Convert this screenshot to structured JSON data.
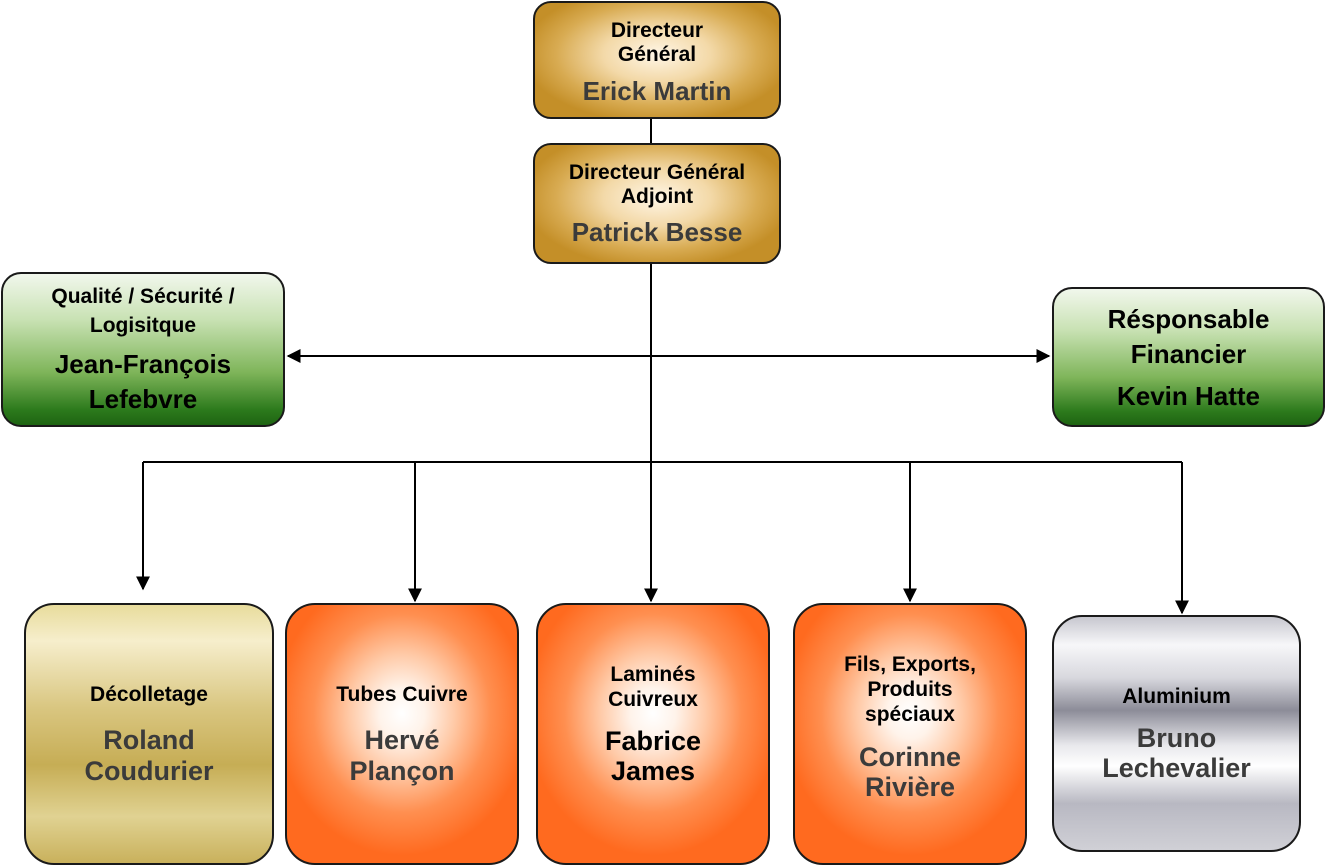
{
  "nodes": {
    "dg": {
      "role": "Directeur Général",
      "person": "Erick Martin"
    },
    "dga": {
      "role": "Directeur Général Adjoint",
      "person": "Patrick Besse"
    },
    "qsl": {
      "role": "Qualité / Sécurité / Logisitque",
      "person": "Jean-François Lefebvre"
    },
    "rf": {
      "role": "Résponsable Financier",
      "person": "Kevin Hatte"
    },
    "decolletage": {
      "role": "Décolletage",
      "person": "Roland Coudurier"
    },
    "tubes": {
      "role": "Tubes Cuivre",
      "person": "Hervé Plançon"
    },
    "lamines": {
      "role": "Laminés Cuivreux",
      "person": "Fabrice James"
    },
    "fils": {
      "role": "Fils, Exports, Produits spéciaux",
      "person": "Corinne Rivière"
    },
    "aluminium": {
      "role": "Aluminium",
      "person": "Bruno Lechevalier"
    }
  },
  "colors": {
    "gold": "#d8ab52",
    "green": "#2c7a1c",
    "khaki": "#d9c680",
    "orange": "#ff6a1f",
    "silver": "#b8b8c2",
    "line": "#000000"
  }
}
